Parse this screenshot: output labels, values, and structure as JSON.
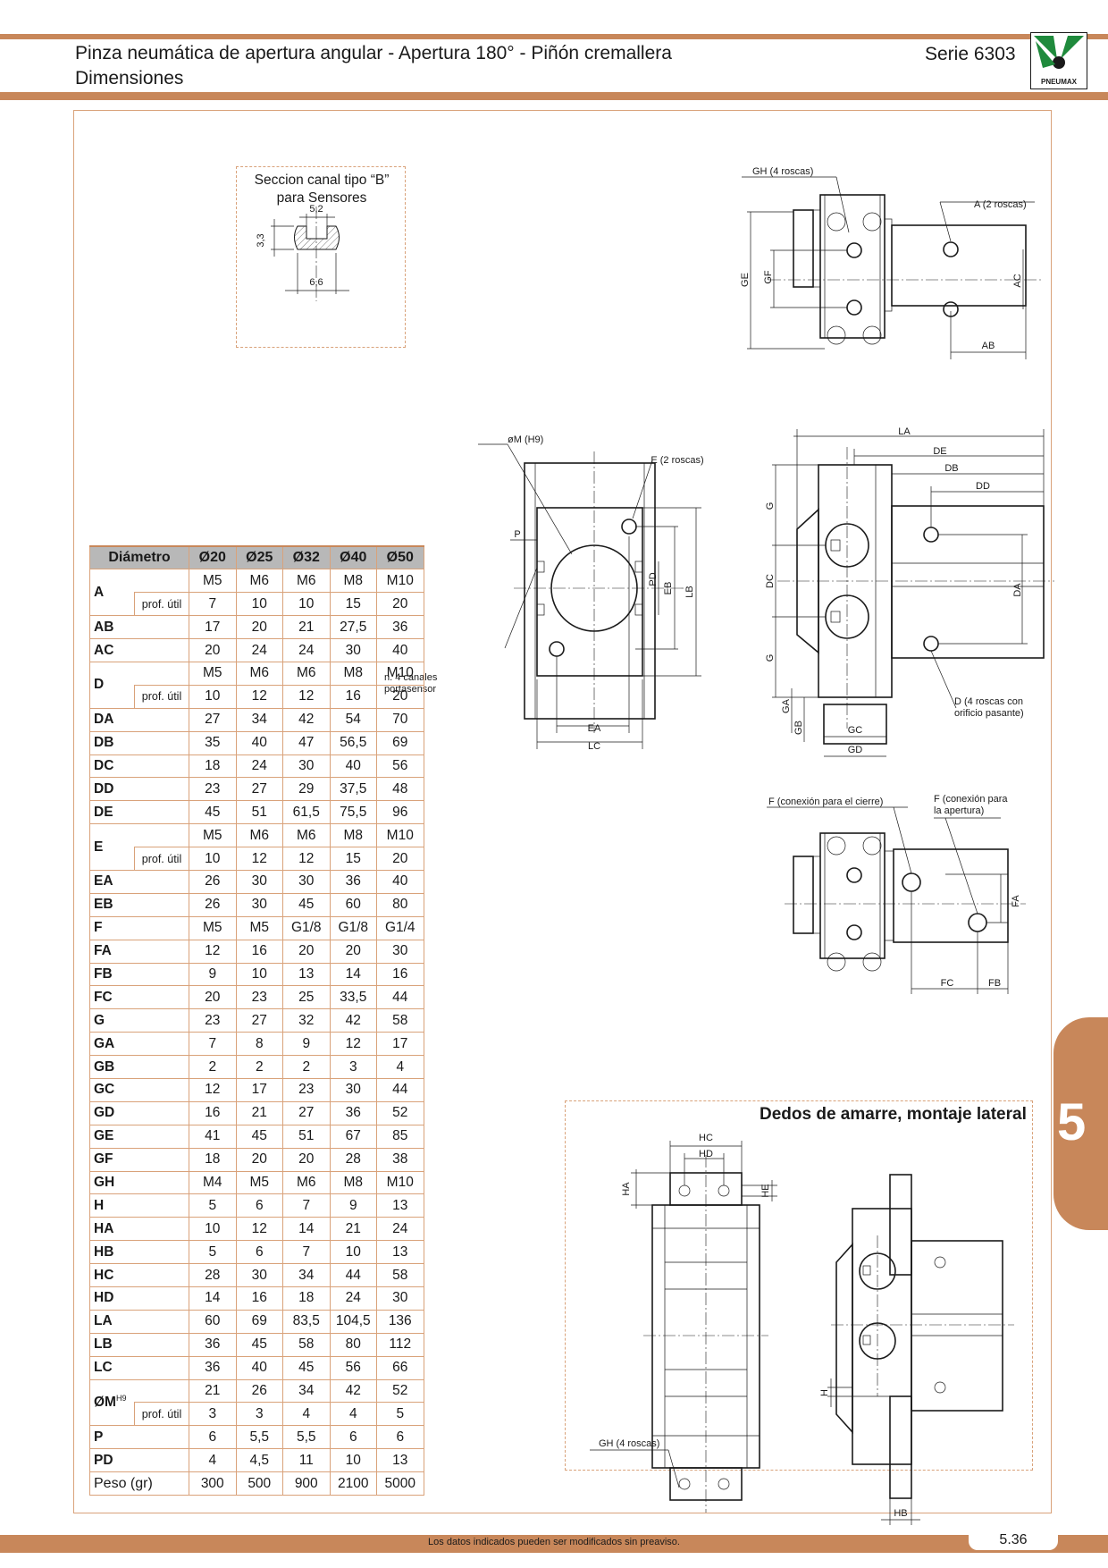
{
  "header": {
    "title_line1": "Pinza neumática de apertura angular - Apertura 180° - Piñón cremallera",
    "title_line2": "Dimensiones",
    "series": "Serie 6303",
    "logo_text": "PNEUMAX"
  },
  "sensor_section": {
    "title_line1": "Seccion canal tipo “B”",
    "title_line2": "para Sensores",
    "dim_top": "5,2",
    "dim_side": "3,3",
    "dim_bottom": "6,6"
  },
  "drawing_labels": {
    "gh_top": "GH (4 roscas)",
    "a_threads": "A (2 roscas)",
    "om": "øM (H9)",
    "e_threads": "E (2 roscas)",
    "p": "P",
    "canales_1": "n. 4 canales",
    "canales_2": "portasensor",
    "ea": "EA",
    "lc": "LC",
    "eb": "EB",
    "lb": "LB",
    "pd": "PD",
    "ge": "GE",
    "gf": "GF",
    "ac": "AC",
    "ab": "AB",
    "la": "LA",
    "de": "DE",
    "db": "DB",
    "dd": "DD",
    "g": "G",
    "dc": "DC",
    "da": "DA",
    "ga": "GA",
    "gb": "GB",
    "gc": "GC",
    "gd": "GD",
    "d_threads_1": "D (4 roscas con",
    "d_threads_2": "orificio pasante)",
    "f_close": "F (conexión para el cierre)",
    "f_open_1": "F (conexión para",
    "f_open_2": "la apertura)",
    "fa": "FA",
    "fc": "FC",
    "fb": "FB",
    "hc": "HC",
    "hd": "HD",
    "ha": "HA",
    "he": "HE",
    "h": "H",
    "hb": "HB",
    "gh_bottom": "GH (4 roscas)"
  },
  "fingers_section": {
    "title": "Dedos de amarre, montaje lateral"
  },
  "table": {
    "header": [
      "Diámetro",
      "Ø20",
      "Ø25",
      "Ø32",
      "Ø40",
      "Ø50"
    ],
    "rows": [
      {
        "key": "A",
        "sub": "",
        "values": [
          "M5",
          "M6",
          "M6",
          "M8",
          "M10"
        ],
        "group_start": true
      },
      {
        "key": "",
        "sub": "prof. útil",
        "values": [
          "7",
          "10",
          "10",
          "15",
          "20"
        ]
      },
      {
        "key": "AB",
        "sub": "",
        "values": [
          "17",
          "20",
          "21",
          "27,5",
          "36"
        ]
      },
      {
        "key": "AC",
        "sub": "",
        "values": [
          "20",
          "24",
          "24",
          "30",
          "40"
        ]
      },
      {
        "key": "D",
        "sub": "",
        "values": [
          "M5",
          "M6",
          "M6",
          "M8",
          "M10"
        ],
        "group_start": true
      },
      {
        "key": "",
        "sub": "prof. útil",
        "values": [
          "10",
          "12",
          "12",
          "16",
          "20"
        ]
      },
      {
        "key": "DA",
        "sub": "",
        "values": [
          "27",
          "34",
          "42",
          "54",
          "70"
        ]
      },
      {
        "key": "DB",
        "sub": "",
        "values": [
          "35",
          "40",
          "47",
          "56,5",
          "69"
        ]
      },
      {
        "key": "DC",
        "sub": "",
        "values": [
          "18",
          "24",
          "30",
          "40",
          "56"
        ]
      },
      {
        "key": "DD",
        "sub": "",
        "values": [
          "23",
          "27",
          "29",
          "37,5",
          "48"
        ]
      },
      {
        "key": "DE",
        "sub": "",
        "values": [
          "45",
          "51",
          "61,5",
          "75,5",
          "96"
        ]
      },
      {
        "key": "E",
        "sub": "",
        "values": [
          "M5",
          "M6",
          "M6",
          "M8",
          "M10"
        ],
        "group_start": true
      },
      {
        "key": "",
        "sub": "prof. útil",
        "values": [
          "10",
          "12",
          "12",
          "15",
          "20"
        ]
      },
      {
        "key": "EA",
        "sub": "",
        "values": [
          "26",
          "30",
          "30",
          "36",
          "40"
        ]
      },
      {
        "key": "EB",
        "sub": "",
        "values": [
          "26",
          "30",
          "45",
          "60",
          "80"
        ]
      },
      {
        "key": "F",
        "sub": "",
        "values": [
          "M5",
          "M5",
          "G1/8",
          "G1/8",
          "G1/4"
        ]
      },
      {
        "key": "FA",
        "sub": "",
        "values": [
          "12",
          "16",
          "20",
          "20",
          "30"
        ]
      },
      {
        "key": "FB",
        "sub": "",
        "values": [
          "9",
          "10",
          "13",
          "14",
          "16"
        ]
      },
      {
        "key": "FC",
        "sub": "",
        "values": [
          "20",
          "23",
          "25",
          "33,5",
          "44"
        ]
      },
      {
        "key": "G",
        "sub": "",
        "values": [
          "23",
          "27",
          "32",
          "42",
          "58"
        ]
      },
      {
        "key": "GA",
        "sub": "",
        "values": [
          "7",
          "8",
          "9",
          "12",
          "17"
        ]
      },
      {
        "key": "GB",
        "sub": "",
        "values": [
          "2",
          "2",
          "2",
          "3",
          "4"
        ]
      },
      {
        "key": "GC",
        "sub": "",
        "values": [
          "12",
          "17",
          "23",
          "30",
          "44"
        ]
      },
      {
        "key": "GD",
        "sub": "",
        "values": [
          "16",
          "21",
          "27",
          "36",
          "52"
        ]
      },
      {
        "key": "GE",
        "sub": "",
        "values": [
          "41",
          "45",
          "51",
          "67",
          "85"
        ]
      },
      {
        "key": "GF",
        "sub": "",
        "values": [
          "18",
          "20",
          "20",
          "28",
          "38"
        ]
      },
      {
        "key": "GH",
        "sub": "",
        "values": [
          "M4",
          "M5",
          "M6",
          "M8",
          "M10"
        ]
      },
      {
        "key": "H",
        "sub": "",
        "values": [
          "5",
          "6",
          "7",
          "9",
          "13"
        ]
      },
      {
        "key": "HA",
        "sub": "",
        "values": [
          "10",
          "12",
          "14",
          "21",
          "24"
        ]
      },
      {
        "key": "HB",
        "sub": "",
        "values": [
          "5",
          "6",
          "7",
          "10",
          "13"
        ]
      },
      {
        "key": "HC",
        "sub": "",
        "values": [
          "28",
          "30",
          "34",
          "44",
          "58"
        ]
      },
      {
        "key": "HD",
        "sub": "",
        "values": [
          "14",
          "16",
          "18",
          "24",
          "30"
        ]
      },
      {
        "key": "LA",
        "sub": "",
        "values": [
          "60",
          "69",
          "83,5",
          "104,5",
          "136"
        ]
      },
      {
        "key": "LB",
        "sub": "",
        "values": [
          "36",
          "45",
          "58",
          "80",
          "112"
        ]
      },
      {
        "key": "LC",
        "sub": "",
        "values": [
          "36",
          "40",
          "45",
          "56",
          "66"
        ]
      },
      {
        "key": "ØM",
        "key_sup": "H9",
        "sub": "",
        "values": [
          "21",
          "26",
          "34",
          "42",
          "52"
        ],
        "group_start": true
      },
      {
        "key": "",
        "sub": "prof. útil",
        "values": [
          "3",
          "3",
          "4",
          "4",
          "5"
        ]
      },
      {
        "key": "P",
        "sub": "",
        "values": [
          "6",
          "5,5",
          "5,5",
          "6",
          "6"
        ]
      },
      {
        "key": "PD",
        "sub": "",
        "values": [
          "4",
          "4,5",
          "11",
          "10",
          "13"
        ]
      },
      {
        "key": "Peso (gr)",
        "sub": "",
        "values": [
          "300",
          "500",
          "900",
          "2100",
          "5000"
        ],
        "plain": true
      }
    ]
  },
  "side_tab": {
    "number": "5"
  },
  "footer": {
    "note": "Los datos indicados pueden ser modificados sin preaviso.",
    "page": "5.36"
  },
  "colors": {
    "accent": "#c8875a",
    "table_border": "#d9a27a",
    "table_header": "#b8b8b8",
    "logo_green": "#1f8a3c"
  }
}
